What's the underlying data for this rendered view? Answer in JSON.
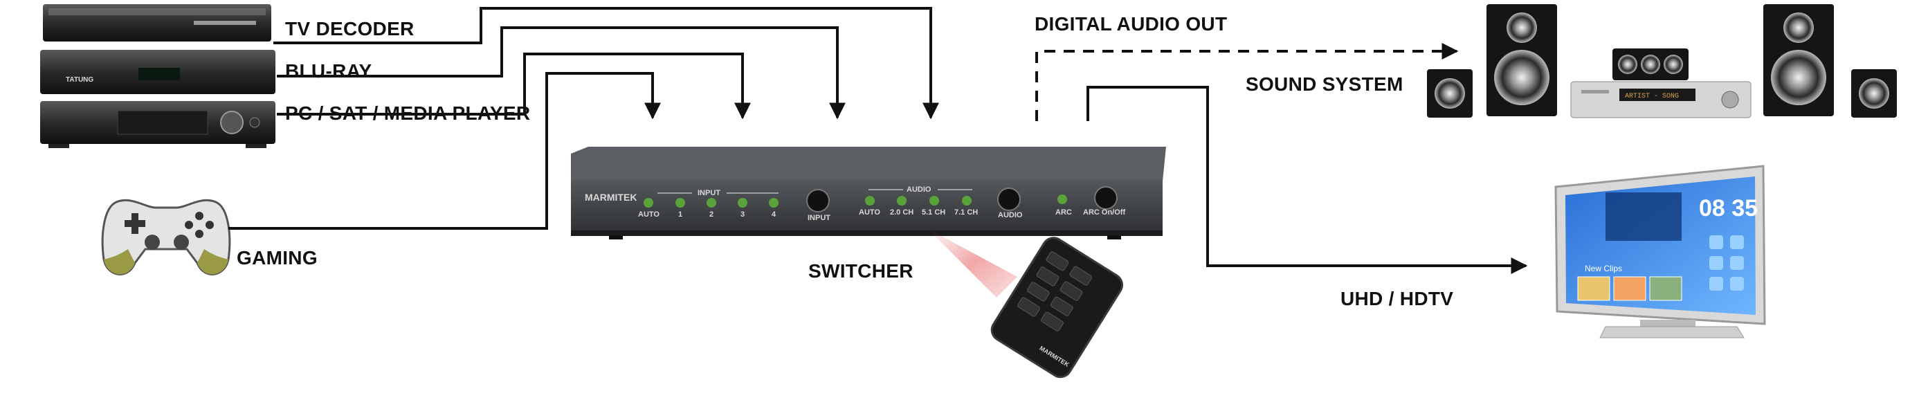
{
  "labels": {
    "tv_decoder": "TV DECODER",
    "blu_ray": "BLU-RAY",
    "pc_sat": "PC / SAT / MEDIA PLAYER",
    "gaming": "GAMING",
    "switcher": "SWITCHER",
    "digital_audio_out": "DIGITAL AUDIO OUT",
    "sound_system": "SOUND SYSTEM",
    "uhd_hdtv": "UHD / HDTV"
  },
  "switcher_panel": {
    "brand": "MARMITEK",
    "input_group": "INPUT",
    "audio_group": "AUDIO",
    "leds": [
      "AUTO",
      "1",
      "2",
      "3",
      "4"
    ],
    "input_button": "INPUT",
    "audio_leds": [
      "AUTO",
      "2.0 CH",
      "5.1 CH",
      "7.1 CH"
    ],
    "audio_button": "AUDIO",
    "arc_led": "ARC",
    "arc_button": "ARC On/Off"
  },
  "remote": {
    "brand": "MARMITEK"
  },
  "devices": {
    "decoder_brand": "TATUNG",
    "receiver_display": "ARTIST - SONG",
    "tv_clock": "08 35",
    "tv_menu_header": "New Clips"
  },
  "colors": {
    "line": "#111111",
    "switcher_body": "#3b3d40",
    "led_green": "#5aa33a",
    "ir_beam": "#e23c3c"
  }
}
